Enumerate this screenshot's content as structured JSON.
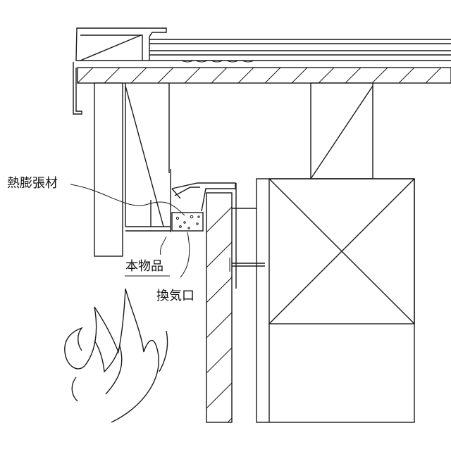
{
  "labels": {
    "intumescent": "熱膨張材",
    "product": "本物品",
    "vent": "換気口"
  },
  "colors": {
    "line": "#1a1a1a",
    "background": "#ffffff"
  }
}
